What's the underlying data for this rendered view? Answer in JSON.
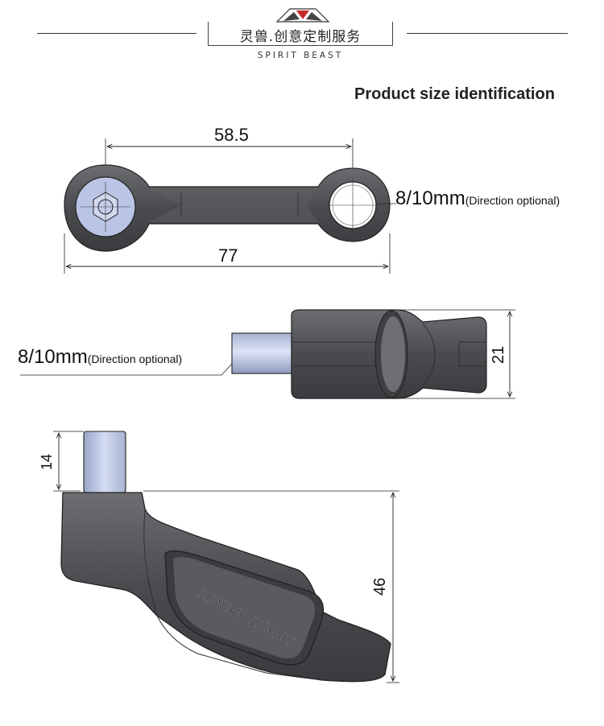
{
  "header": {
    "brand_cn": "灵兽.创意定制服务",
    "brand_en": "SPIRIT BEAST",
    "logo_icon": "spirit-beast-logo-icon"
  },
  "title": "Product size identification",
  "top_view": {
    "dim_center": "58.5",
    "dim_overall": "77",
    "bore_size": "8/10mm",
    "bore_note": "(Direction optional)"
  },
  "side_view": {
    "pin_size": "8/10mm",
    "pin_note": "(Direction optional)",
    "dim_height": "21"
  },
  "front_view": {
    "dim_pin": "14",
    "dim_body": "46",
    "embossed_text": "SPIRIT BEAST"
  },
  "colors": {
    "body": "#4a4b4e",
    "body_light": "#6b6c70",
    "pin": "#b8c4e6",
    "line": "#222222"
  }
}
